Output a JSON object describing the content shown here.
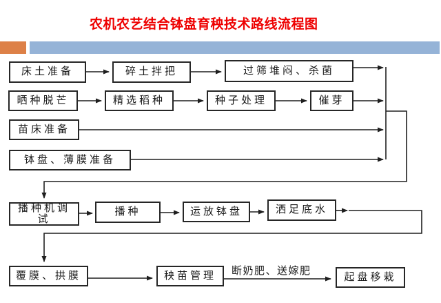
{
  "slide": {
    "title": "农机农艺结合钵盘育秧技术路线流程图",
    "colors": {
      "title_red": "#ee0000",
      "accent_orange": "#dd8047",
      "accent_blue": "#95b3d7",
      "line_black": "#1f1f1f"
    }
  },
  "nodes": [
    {
      "label": "床土准备"
    },
    {
      "label": "碎土拌把"
    },
    {
      "label": "过筛堆闷、杀菌"
    },
    {
      "label": "晒种脱芒"
    },
    {
      "label": "精选稻种"
    },
    {
      "label": "种子处理"
    },
    {
      "label": "催芽"
    },
    {
      "label": "苗床准备"
    },
    {
      "label": "钵盘、薄膜准备"
    },
    {
      "label": "播种机调试"
    },
    {
      "label": "播种"
    },
    {
      "label": "运放钵盘"
    },
    {
      "label": "洒足底水"
    },
    {
      "label": "覆膜、拱膜"
    },
    {
      "label": "秧苗管理"
    },
    {
      "label": "起盘移栽"
    }
  ],
  "edge_labels": {
    "fertilizer": "断奶肥、送嫁肥"
  }
}
